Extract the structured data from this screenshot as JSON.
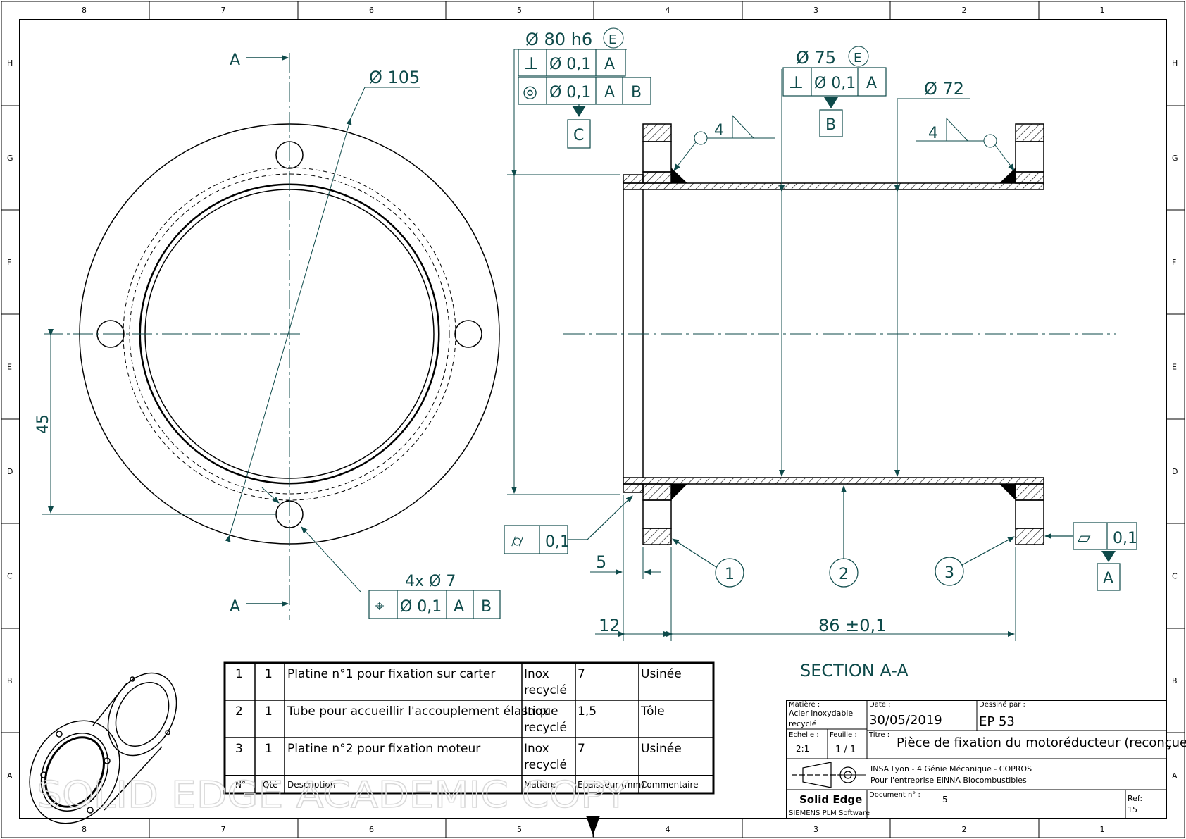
{
  "colors": {
    "dimension": "#0e4a4a",
    "geometry": "#000000",
    "watermark": "#d9d9d9",
    "paper": "#ffffff"
  },
  "border": {
    "zones_top": [
      "8",
      "7",
      "6",
      "5",
      "4",
      "3",
      "2",
      "1"
    ],
    "zones_bottom": [
      "8",
      "7",
      "6",
      "5",
      "4",
      "3",
      "2",
      "1"
    ],
    "zones_left": [
      "H",
      "G",
      "F",
      "E",
      "D",
      "C",
      "B",
      "A"
    ],
    "zones_right": [
      "H",
      "G",
      "F",
      "E",
      "D",
      "C",
      "B",
      "A"
    ]
  },
  "front_view": {
    "section_a_top": "A",
    "section_a_bottom": "A",
    "dia_105": "Ø 105",
    "dim_45": "45",
    "holes_label": "4x  Ø  7",
    "holes_fcf": [
      "⌖",
      "Ø 0,1",
      "A",
      "B"
    ]
  },
  "section_view": {
    "dia_80": "Ø  80  h6",
    "dia_80_envelope": "E",
    "fcf_perp_80": [
      "⊥",
      "Ø 0,1",
      "A"
    ],
    "fcf_conc_80": [
      "◎",
      "Ø 0,1",
      "A",
      "B"
    ],
    "datum_c": "C",
    "dia_75": "Ø  75",
    "dia_75_envelope": "E",
    "fcf_perp_75": [
      "⊥",
      "Ø 0,1",
      "A"
    ],
    "datum_b": "B",
    "dia_72": "Ø  72",
    "weld_left": "4",
    "weld_right": "4",
    "cyl_fcf": [
      "⌭",
      "0,1"
    ],
    "flat_fcf": [
      "▱",
      "0,1"
    ],
    "datum_a": "A",
    "balloons": [
      "1",
      "2",
      "3"
    ],
    "dim_5": "5",
    "dim_12": "12",
    "dim_86": "86  ±0,1",
    "section_title": "SECTION A-A"
  },
  "parts_list": {
    "rows": [
      {
        "no": "1",
        "qty": "1",
        "desc": "Platine n°1 pour fixation sur carter",
        "mat1": "Inox",
        "mat2": "recyclé",
        "thk": "7",
        "comment": "Usinée"
      },
      {
        "no": "2",
        "qty": "1",
        "desc": "Tube pour accueillir l'accouplement élastique",
        "mat1": "Inox",
        "mat2": "recyclé",
        "thk": "1,5",
        "comment": "Tôle"
      },
      {
        "no": "3",
        "qty": "1",
        "desc": "Platine n°2 pour fixation moteur",
        "mat1": "Inox",
        "mat2": "recyclé",
        "thk": "7",
        "comment": "Usinée"
      }
    ],
    "header": {
      "no": "N°",
      "qty": "Qté",
      "desc": "Description",
      "mat": "Matière",
      "thk": "Epaisseur (mm)",
      "comment": "Commentaire"
    }
  },
  "title_block": {
    "matiere_label": "Matière :",
    "matiere_value_1": "Acier inoxydable",
    "matiere_value_2": "recyclé",
    "date_label": "Date :",
    "date_value": "30/05/2019",
    "dessine_label": "Dessiné par :",
    "dessine_value": "EP 53",
    "echelle_label": "Echelle :",
    "echelle_value": "2:1",
    "feuille_label": "Feuille :",
    "feuille_value": "1 / 1",
    "titre_label": "Titre :",
    "titre_value": "Pièce de fixation du motoréducteur (reconçue)",
    "org_line_1": "INSA Lyon - 4 Génie Mécanique - COPROS",
    "org_line_2": "Pour l'entreprise EINNA Biocombustibles",
    "software_1": "Solid Edge",
    "software_2": "SIEMENS PLM Software",
    "document_label": "Document n° :",
    "document_value": "5",
    "ref_label": "Ref:",
    "ref_value": "15"
  },
  "watermark": "SOLID EDGE ACADEMIC COPY"
}
